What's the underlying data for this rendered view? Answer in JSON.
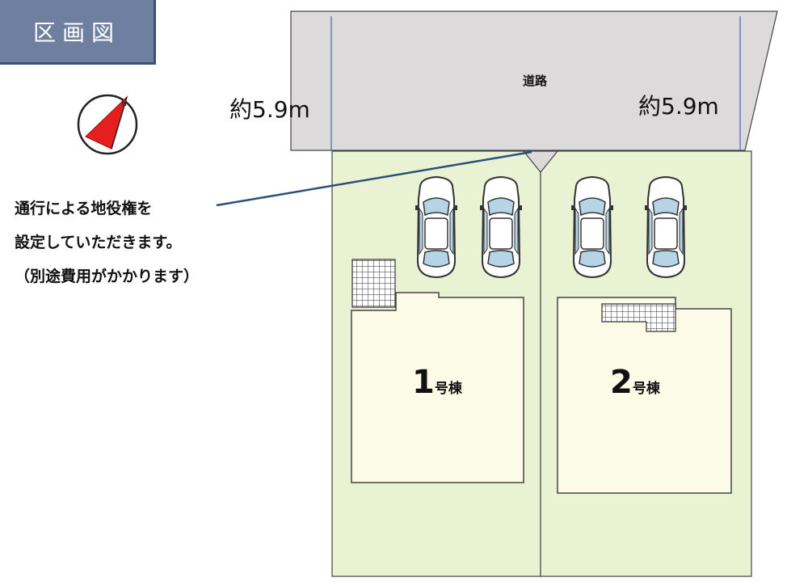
{
  "title": "区画図",
  "road_label": "道路",
  "dimension_left": "約5.9m",
  "dimension_right": "約5.9m",
  "note_lines": [
    "通行による地役権を",
    "設定していただきます。",
    "（別途費用がかかります）"
  ],
  "lots": [
    {
      "number": "1",
      "suffix": "号棟"
    },
    {
      "number": "2",
      "suffix": "号棟"
    }
  ],
  "colors": {
    "title_bg": "#6e7fa0",
    "road": "#dcdada",
    "lot": "#eaf2d4",
    "building": "#fbfbe8",
    "annotation_line": "#2a4f7a",
    "car": "#b7d3e6"
  },
  "icons": [
    "compass-north-arrow-icon",
    "car-icon"
  ]
}
